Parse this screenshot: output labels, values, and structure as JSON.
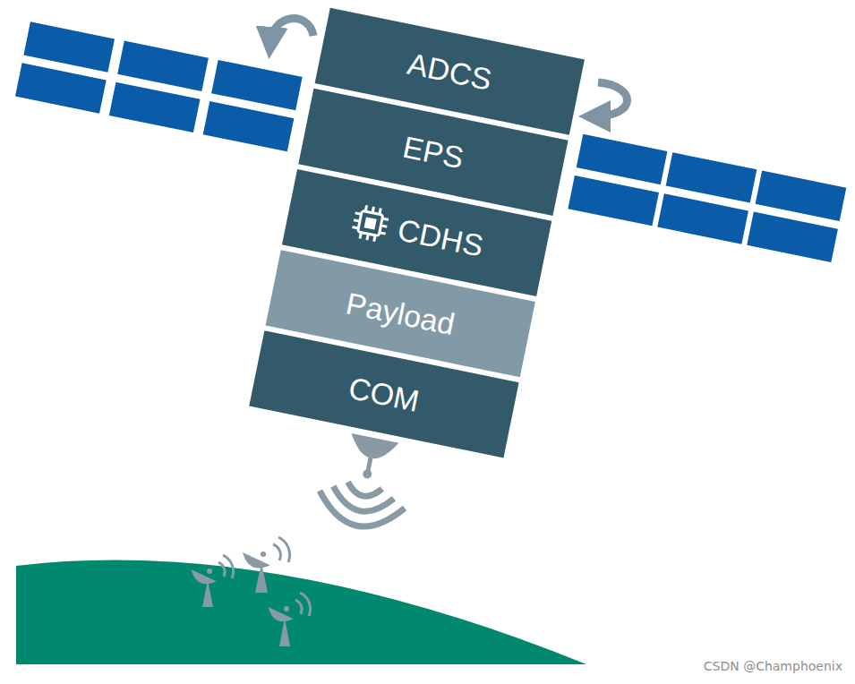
{
  "diagram": {
    "nodes": [
      {
        "text": [
          "ADCS"
        ]
      },
      {
        "text": [
          "EPS"
        ]
      },
      {
        "text": [
          "CDHS"
        ]
      },
      {
        "text": [
          "Payload"
        ]
      },
      {
        "text": [
          "COM"
        ]
      }
    ],
    "labels": [
      "CSDN @Champhoenix"
    ]
  }
}
